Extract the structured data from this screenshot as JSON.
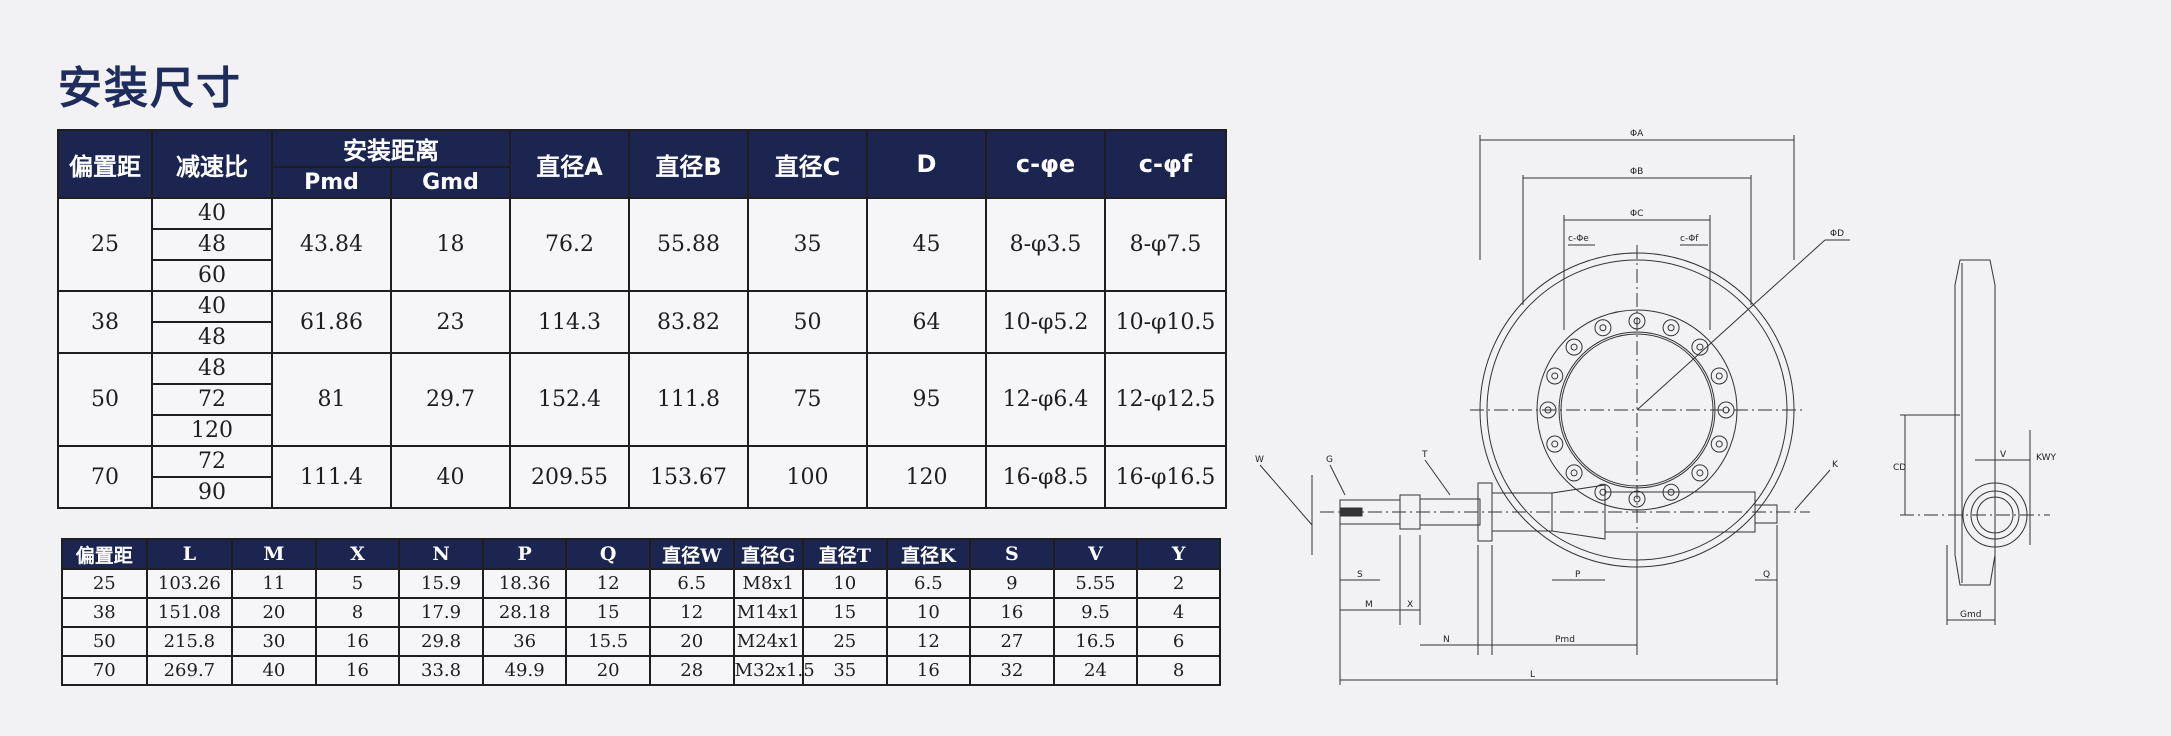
{
  "title": "安装尺寸",
  "table1": {
    "headers": {
      "offset": "偏置距",
      "ratio": "减速比",
      "mount": "安装距离",
      "pmd": "Pmd",
      "gmd": "Gmd",
      "diaA": "直径A",
      "diaB": "直径B",
      "diaC": "直径C",
      "d": "D",
      "ce": "c-φe",
      "cf": "c-φf"
    },
    "groups": [
      {
        "offset": "25",
        "ratios": [
          "40",
          "48",
          "60"
        ],
        "pmd": "43.84",
        "gmd": "18",
        "a": "76.2",
        "b": "55.88",
        "c": "35",
        "d": "45",
        "ce": "8-φ3.5",
        "cf": "8-φ7.5"
      },
      {
        "offset": "38",
        "ratios": [
          "40",
          "48"
        ],
        "pmd": "61.86",
        "gmd": "23",
        "a": "114.3",
        "b": "83.82",
        "c": "50",
        "d": "64",
        "ce": "10-φ5.2",
        "cf": "10-φ10.5"
      },
      {
        "offset": "50",
        "ratios": [
          "48",
          "72",
          "120"
        ],
        "pmd": "81",
        "gmd": "29.7",
        "a": "152.4",
        "b": "111.8",
        "c": "75",
        "d": "95",
        "ce": "12-φ6.4",
        "cf": "12-φ12.5"
      },
      {
        "offset": "70",
        "ratios": [
          "72",
          "90"
        ],
        "pmd": "111.4",
        "gmd": "40",
        "a": "209.55",
        "b": "153.67",
        "c": "100",
        "d": "120",
        "ce": "16-φ8.5",
        "cf": "16-φ16.5"
      }
    ]
  },
  "table2": {
    "headers": [
      "偏置距",
      "L",
      "M",
      "X",
      "N",
      "P",
      "Q",
      "直径W",
      "直径G",
      "直径T",
      "直径K",
      "S",
      "V",
      "Y"
    ],
    "rows": [
      [
        "25",
        "103.26",
        "11",
        "5",
        "15.9",
        "18.36",
        "12",
        "6.5",
        "M8x1",
        "10",
        "6.5",
        "9",
        "5.55",
        "2"
      ],
      [
        "38",
        "151.08",
        "20",
        "8",
        "17.9",
        "28.18",
        "15",
        "12",
        "M14x1",
        "15",
        "10",
        "16",
        "9.5",
        "4"
      ],
      [
        "50",
        "215.8",
        "30",
        "16",
        "29.8",
        "36",
        "15.5",
        "20",
        "M24x1",
        "25",
        "12",
        "27",
        "16.5",
        "6"
      ],
      [
        "70",
        "269.7",
        "40",
        "16",
        "33.8",
        "49.9",
        "20",
        "28",
        "M32x1.5",
        "35",
        "16",
        "32",
        "24",
        "8"
      ]
    ]
  },
  "drawing": {
    "labels": {
      "phiA": "ΦA",
      "phiB": "ΦB",
      "phiC": "ΦC",
      "cphie": "c-Φe",
      "cphif": "c-Φf",
      "phiD": "ΦD",
      "w": "W",
      "g": "G",
      "t": "T",
      "k": "K",
      "s": "S",
      "p": "P",
      "q": "Q",
      "m": "M",
      "x": "X",
      "n": "N",
      "pmd": "Pmd",
      "l": "L",
      "side_cd": "CD",
      "side_v": "V",
      "side_kw": "KWY",
      "side_gmd": "Gmd"
    }
  }
}
